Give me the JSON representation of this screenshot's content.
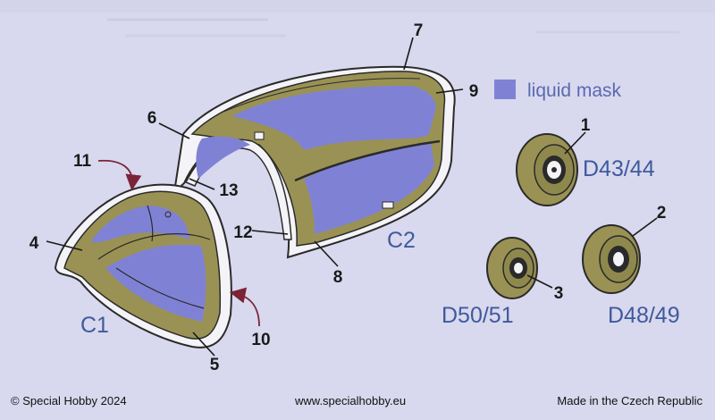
{
  "legend": {
    "label": "liquid mask",
    "color": "#7f82d4"
  },
  "parts": {
    "c1": "C1",
    "c2": "C2",
    "d43": "D43/44",
    "d50": "D50/51",
    "d48": "D48/49"
  },
  "callouts": {
    "n1": "1",
    "n2": "2",
    "n3": "3",
    "n4": "4",
    "n5": "5",
    "n6": "6",
    "n7": "7",
    "n8": "8",
    "n9": "9",
    "n10": "10",
    "n11": "11",
    "n12": "12",
    "n13": "13"
  },
  "colors": {
    "frame": "#9a9254",
    "mask": "#7f82d4",
    "arrow": "#7a2436",
    "code": "#3f5a9c",
    "background": "#d8d8ee"
  },
  "footer": {
    "copyright": "© Special Hobby 2024",
    "website": "www.specialhobby.eu",
    "origin": "Made in the Czech Republic"
  }
}
